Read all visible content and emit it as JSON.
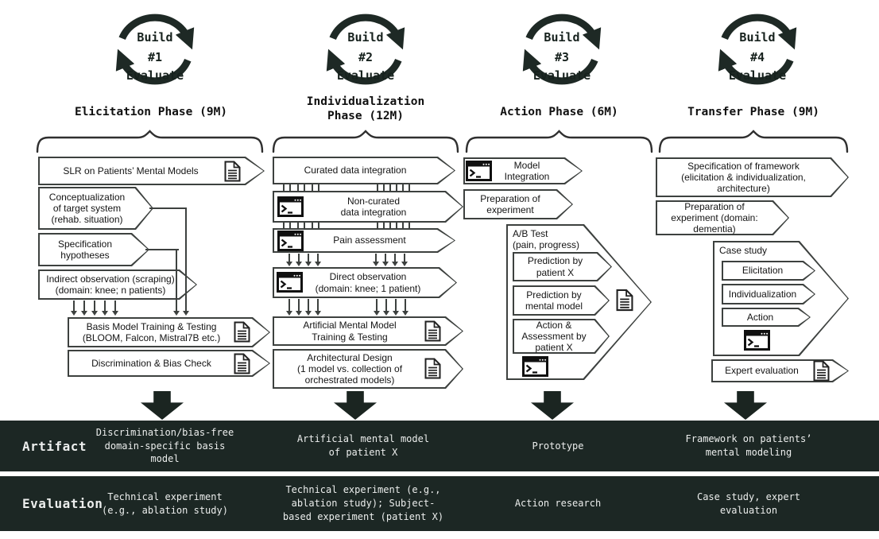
{
  "rows": {
    "artifact_label": "Artifact",
    "evaluation_label": "Evaluation"
  },
  "phases": [
    {
      "cycle": {
        "build": "Build",
        "num": "#1",
        "evaluate": "Evaluate"
      },
      "title": "Elicitation Phase (9M)",
      "tasks": {
        "slr": "SLR on Patients’ Mental Models",
        "conceptualization": "Conceptualization\nof target system\n(rehab. situation)",
        "specification": "Specification\nhypotheses",
        "indirect_observation": "Indirect observation (scraping)\n(domain: knee; n patients)",
        "basis_model": "Basis Model Training & Testing\n(BLOOM, Falcon, Mistral7B etc.)",
        "bias_check": "Discrimination & Bias Check"
      },
      "artifact": "Discrimination/bias-free\ndomain-specific basis\nmodel",
      "evaluation": "Technical experiment\n(e.g., ablation study)"
    },
    {
      "cycle": {
        "build": "Build",
        "num": "#2",
        "evaluate": "Evaluate"
      },
      "title": "Individualization\nPhase (12M)",
      "tasks": {
        "curated": "Curated data integration",
        "non_curated": "Non-curated\ndata integration",
        "pain": "Pain assessment",
        "direct_observation": "Direct observation\n(domain: knee; 1 patient)",
        "amm_training": "Artificial Mental Model\nTraining & Testing",
        "arch_design": "Architectural Design\n(1 model vs. collection of\norchestrated models)"
      },
      "artifact": "Artificial mental model\nof patient X",
      "evaluation": "Technical experiment (e.g.,\nablation study); Subject-\nbased experiment (patient X)"
    },
    {
      "cycle": {
        "build": "Build",
        "num": "#3",
        "evaluate": "Evaluate"
      },
      "title": "Action Phase (6M)",
      "tasks": {
        "model_integration": "Model\nIntegration",
        "prep_experiment": "Preparation of\nexperiment",
        "ab_test": "A/B Test\n(pain, progress)",
        "pred_patient": "Prediction by\npatient X",
        "pred_model": "Prediction by\nmental model",
        "action_assessment": "Action &\nAssessment by\npatient X"
      },
      "artifact": "Prototype",
      "evaluation": "Action research"
    },
    {
      "cycle": {
        "build": "Build",
        "num": "#4",
        "evaluate": "Evaluate"
      },
      "title": "Transfer Phase (9M)",
      "tasks": {
        "spec_framework": "Specification of framework\n(elicitation & individualization,\narchitecture)",
        "prep_experiment": "Preparation of\nexperiment (domain:\ndementia)",
        "case_study": "Case study",
        "elicitation": "Elicitation",
        "individualization": "Individualization",
        "action": "Action",
        "expert_evaluation": "Expert evaluation"
      },
      "artifact": "Framework on patients’\nmental modeling",
      "evaluation": "Case study, expert\nevaluation"
    }
  ]
}
